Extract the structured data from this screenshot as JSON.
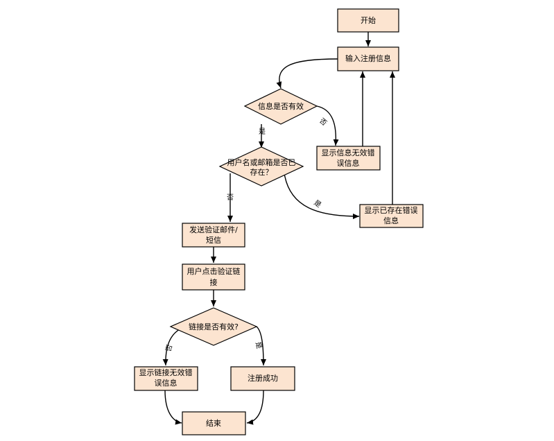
{
  "nodes": {
    "start": "开始",
    "input": "输入注册信息",
    "info_valid": "信息是否有效",
    "info_invalid_line1": "显示信息无效错",
    "info_invalid_line2": "误信息",
    "exists_line1": "用户名或邮箱是否已",
    "exists_line2": "存在？",
    "exists_msg_line1": "显示已存在错误",
    "exists_msg_line2": "信息",
    "send_line1": "发送验证邮件/",
    "send_line2": "短信",
    "click_line1": "用户点击验证链",
    "click_line2": "接",
    "link_valid": "链接是否有效?",
    "link_invalid_line1": "显示链接无效错",
    "link_invalid_line2": "误信息",
    "success": "注册成功",
    "end": "结束"
  },
  "edge_labels": {
    "info_no": "否",
    "info_yes": "是",
    "exists_no": "否",
    "exists_yes": "是",
    "link_no": "否",
    "link_yes": "是"
  }
}
